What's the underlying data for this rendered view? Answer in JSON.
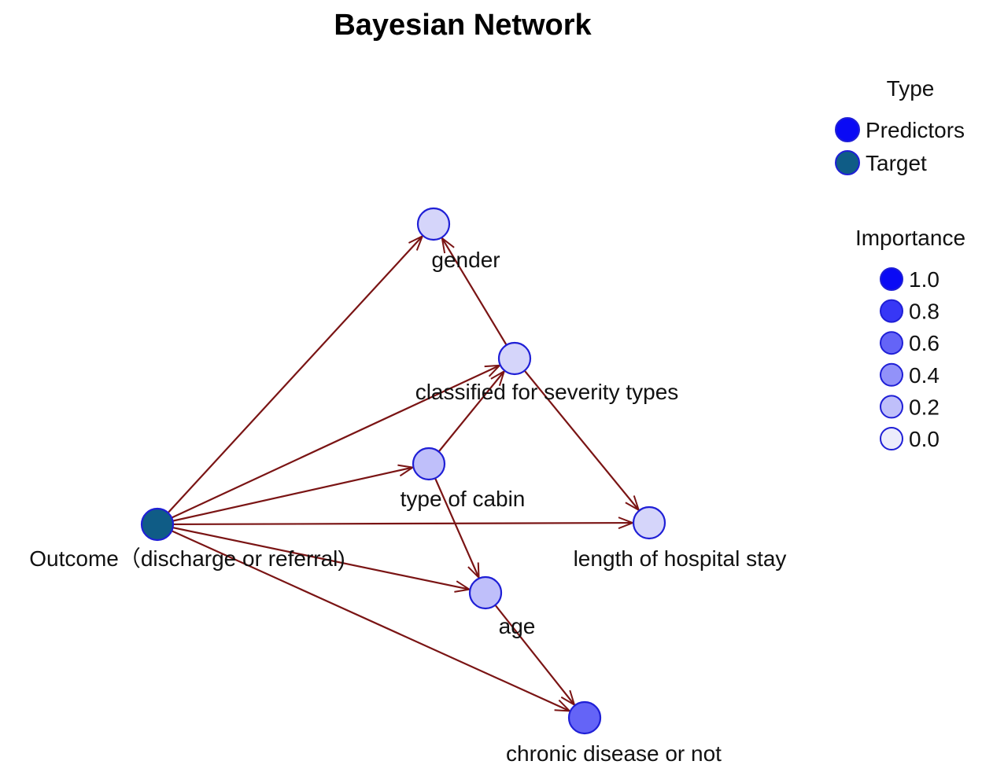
{
  "title": "Bayesian Network",
  "colors": {
    "edge": "#7a1414",
    "node_stroke": "#1f1fd6",
    "target_fill": "#0f5c86",
    "predictor_fill": "#0a0af5"
  },
  "nodes": [
    {
      "id": "outcome",
      "label": "Outcome（discharge or  referral)",
      "type": "target",
      "importance": null
    },
    {
      "id": "gender",
      "label": "gender",
      "type": "predictor",
      "importance": 0.1
    },
    {
      "id": "severity",
      "label": "classified for severity types",
      "type": "predictor",
      "importance": 0.1
    },
    {
      "id": "cabin",
      "label": "type of cabin",
      "type": "predictor",
      "importance": 0.2
    },
    {
      "id": "stay",
      "label": "length of hospital stay",
      "type": "predictor",
      "importance": 0.1
    },
    {
      "id": "age",
      "label": "age",
      "type": "predictor",
      "importance": 0.2
    },
    {
      "id": "chronic",
      "label": "chronic disease or not",
      "type": "predictor",
      "importance": 0.6
    }
  ],
  "edges": [
    {
      "from": "outcome",
      "to": "gender"
    },
    {
      "from": "outcome",
      "to": "severity"
    },
    {
      "from": "outcome",
      "to": "cabin"
    },
    {
      "from": "outcome",
      "to": "stay"
    },
    {
      "from": "outcome",
      "to": "age"
    },
    {
      "from": "outcome",
      "to": "chronic"
    },
    {
      "from": "severity",
      "to": "gender"
    },
    {
      "from": "severity",
      "to": "stay"
    },
    {
      "from": "cabin",
      "to": "severity"
    },
    {
      "from": "cabin",
      "to": "age"
    },
    {
      "from": "age",
      "to": "chronic"
    }
  ],
  "legend": {
    "type_title": "Type",
    "type_items": [
      {
        "label": "Predictors",
        "kind": "predictor"
      },
      {
        "label": "Target",
        "kind": "target"
      }
    ],
    "importance_title": "Importance",
    "importance_items": [
      {
        "label": "1.0",
        "value": 1.0
      },
      {
        "label": "0.8",
        "value": 0.8
      },
      {
        "label": "0.6",
        "value": 0.6
      },
      {
        "label": "0.4",
        "value": 0.4
      },
      {
        "label": "0.2",
        "value": 0.2
      },
      {
        "label": "0.0",
        "value": 0.0
      }
    ]
  }
}
